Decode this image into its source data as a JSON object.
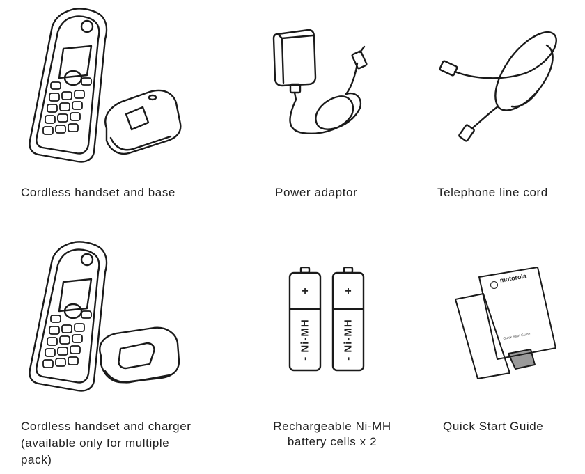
{
  "items": [
    {
      "id": "handset-base",
      "caption": "Cordless handset and base"
    },
    {
      "id": "power-adaptor",
      "caption": "Power adaptor"
    },
    {
      "id": "line-cord",
      "caption": "Telephone line cord"
    },
    {
      "id": "handset-charger",
      "caption_lines": [
        "Cordless handset and charger",
        "(available only for multiple",
        "pack)"
      ]
    },
    {
      "id": "batteries",
      "caption_lines": [
        "Rechargeable Ni-MH",
        "battery cells x 2"
      ],
      "battery_label": "Ni-MH",
      "battery_plus": "+",
      "battery_minus": "-"
    },
    {
      "id": "quick-start-guide",
      "caption": "Quick Start Guide",
      "guide_brand": "motorola",
      "guide_title": "Quick Start Guide"
    }
  ]
}
